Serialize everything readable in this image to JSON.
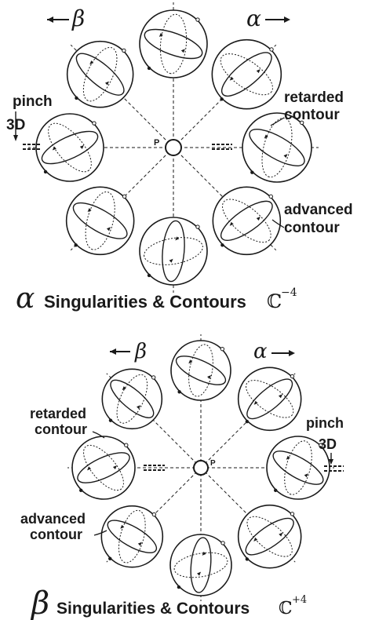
{
  "panels": [
    {
      "beta_label": "β",
      "alpha_label": "α",
      "center_label": "P",
      "pinch_label": [
        "pinch",
        "3D"
      ],
      "retarded_label": [
        "retarded",
        "contour"
      ],
      "advanced_label": [
        "advanced",
        "contour"
      ],
      "caption": {
        "greek": "α",
        "text": "Singularities & Contours",
        "field": "ℂ",
        "exponent": "−4"
      }
    },
    {
      "beta_label": "β",
      "alpha_label": "α",
      "center_label": "P",
      "pinch_label": [
        "pinch",
        "3D"
      ],
      "retarded_label": [
        "retarded",
        "contour"
      ],
      "advanced_label": [
        "advanced",
        "contour"
      ],
      "caption": {
        "greek": "β",
        "text": "Singularities & Contours",
        "field": "ℂ",
        "exponent": "+4"
      }
    }
  ],
  "colors": {
    "ink": "#1a1a1a",
    "background": "#ffffff"
  }
}
